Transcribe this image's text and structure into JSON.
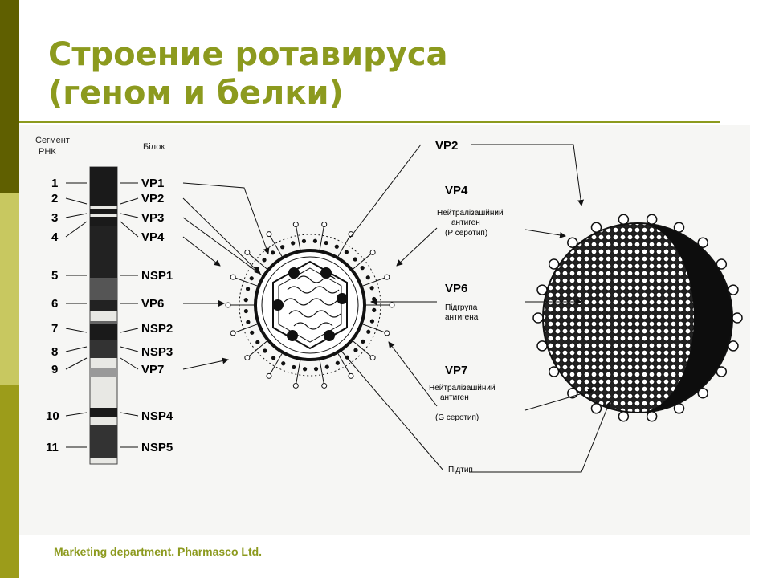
{
  "title": {
    "line1": "Строение ротавируса",
    "line2": "(геном и белки)"
  },
  "figure": {
    "segment_header_1": "Сегмент",
    "segment_header_2": "РНК",
    "protein_header": "Білок",
    "segments": [
      {
        "num": "1",
        "protein": "VP1"
      },
      {
        "num": "2",
        "protein": "VP2"
      },
      {
        "num": "3",
        "protein": "VP3"
      },
      {
        "num": "4",
        "protein": "VP4"
      },
      {
        "num": "5",
        "protein": "NSP1"
      },
      {
        "num": "6",
        "protein": "VP6"
      },
      {
        "num": "7",
        "protein": "NSP2"
      },
      {
        "num": "8",
        "protein": "NSP3"
      },
      {
        "num": "9",
        "protein": "VP7"
      },
      {
        "num": "10",
        "protein": "NSP4"
      },
      {
        "num": "11",
        "protein": "NSP5"
      }
    ],
    "labels": {
      "vp2": "VP2",
      "vp4": "VP4",
      "vp4_desc_1": "Нейтралізашйний",
      "vp4_desc_2": "антиген",
      "vp4_desc_3": "(Р серотип)",
      "vp6": "VP6",
      "vp6_desc_1": "Підгрупа",
      "vp6_desc_2": "антигена",
      "vp7": "VP7",
      "vp7_desc_1": "Нейтралізашйний",
      "vp7_desc_2": "антиген",
      "vp7_desc_3": "(G серотип)",
      "subtype": "Підтип"
    }
  },
  "footer": {
    "text": "Marketing department. Pharmasco Ltd."
  },
  "colors": {
    "title": "#8c9a1e",
    "bar_top": "#5f5f00",
    "bar_mid": "#c8c860",
    "bar_bottom": "#9c9c1a"
  }
}
